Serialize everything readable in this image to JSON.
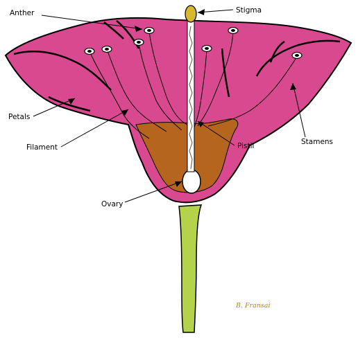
{
  "diagram": {
    "labels": {
      "stigma": "Stigma",
      "anther": "Anther",
      "petals": "Petals",
      "filament": "Filament",
      "pistil": "Pistil",
      "stamens": "Stamens",
      "ovary": "Ovary"
    },
    "signature": "B. Fransai"
  },
  "colors": {
    "petal": "#d9498f",
    "petal_outline": "#000000",
    "receptacle": "#b5651d",
    "stem": "#b5d34a",
    "stigma": "#d8b830",
    "ovary": "#ffffff",
    "signature": "#b8860b"
  }
}
